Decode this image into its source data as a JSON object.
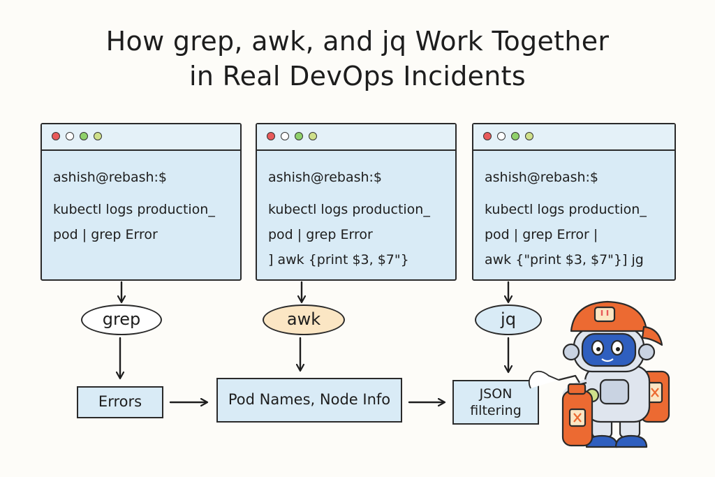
{
  "title": {
    "line1": "How grep, awk, and jq Work Together",
    "line2": "in Real DevOps Incidents"
  },
  "colors": {
    "panel_fill": "#d9ebf6",
    "grep_fill": "#ffffff",
    "awk_fill": "#fbe6c4",
    "jq_fill": "#d9ebf6",
    "dot_red": "#e85a5a",
    "dot_white": "#ffffff",
    "dot_green": "#8fd16b",
    "dot_yellowgreen": "#cfe08a",
    "robot_orange": "#ec6a32",
    "robot_blue": "#2f5fbf"
  },
  "terminals": [
    {
      "prompt": "ashish@rebash:$",
      "lines": [
        "kubectl logs production_",
        "pod | grep Error"
      ]
    },
    {
      "prompt": "ashish@rebash:$",
      "lines": [
        "kubectl logs production_",
        "pod | grep Error",
        "] awk {print $3, $7\"}"
      ]
    },
    {
      "prompt": "ashish@rebash:$",
      "lines": [
        "kubectl logs production_",
        "pod | grep Error |",
        "awk {\"print $3, $7\"}] jg"
      ]
    }
  ],
  "tools": [
    "grep",
    "awk",
    "jq"
  ],
  "outputs": {
    "errors": "Errors",
    "pod_names": "Pod Names, Node Info",
    "json_line1": "JSON",
    "json_line2": "filtering"
  },
  "icons": {
    "window_dots": [
      "red-dot-icon",
      "white-dot-icon",
      "green-dot-icon",
      "yellowgreen-dot-icon"
    ],
    "mascot": "robot-firefighter-icon",
    "extinguisher": "fire-extinguisher-icon"
  }
}
